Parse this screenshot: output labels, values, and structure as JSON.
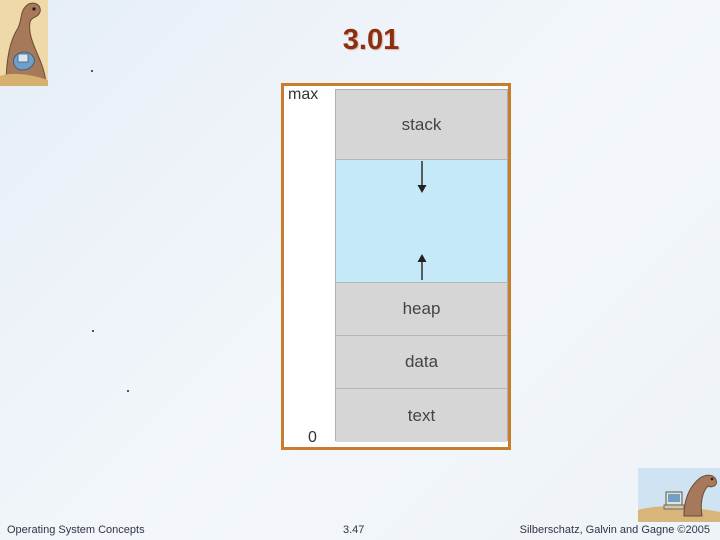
{
  "slide": {
    "title": "3.01"
  },
  "diagram": {
    "address_labels": {
      "max": "max",
      "zero": "0"
    },
    "segments": [
      {
        "label": "stack",
        "kind": "region"
      },
      {
        "label": "",
        "kind": "free"
      },
      {
        "label": "heap",
        "kind": "region"
      },
      {
        "label": "data",
        "kind": "region"
      },
      {
        "label": "text",
        "kind": "region"
      }
    ],
    "colors": {
      "frame": "#c67d2c",
      "region": "#d6d6d6",
      "free": "#c6e9fa",
      "title": "#8b2f10"
    },
    "icons": [
      "arrow-down-icon",
      "arrow-up-icon"
    ]
  },
  "footer": {
    "left": "Operating System Concepts",
    "center": "3.47",
    "right": "Silberschatz, Galvin and Gagne ©2005"
  },
  "decor": {
    "logo_top_icon": "dinosaur-logo-icon",
    "logo_bottom_icon": "dinosaur-computer-logo-icon"
  }
}
